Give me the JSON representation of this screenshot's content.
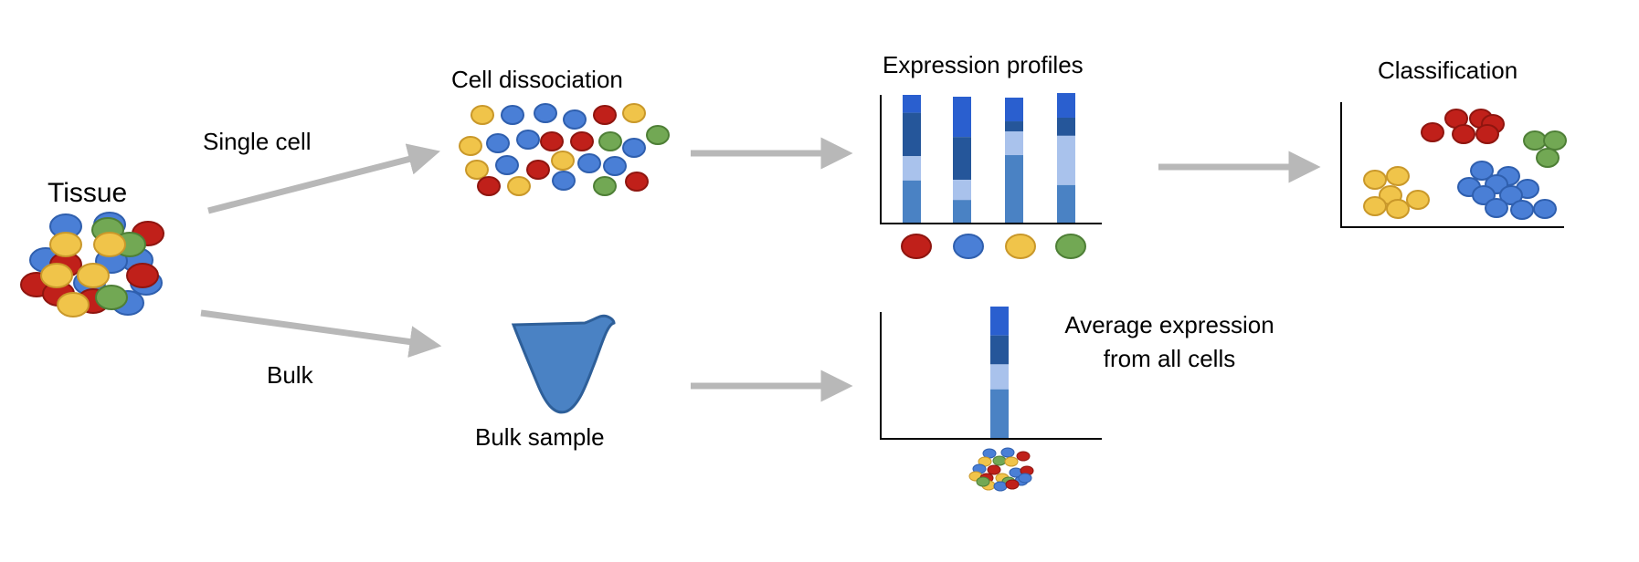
{
  "labels": {
    "tissue": "Tissue",
    "single_cell": "Single cell",
    "bulk": "Bulk",
    "cell_dissociation": "Cell dissociation",
    "bulk_sample": "Bulk sample",
    "expression_profiles": "Expression profiles",
    "classification": "Classification",
    "average_expression_line1": "Average expression",
    "average_expression_line2": "from all cells"
  },
  "colors": {
    "red": "#c0201a",
    "blue": "#4a7fd6",
    "yellow": "#f0c44a",
    "green": "#72a854",
    "arrow": "#b8b8b8",
    "bar_darkest": "#2a5fcf",
    "bar_dark": "#25569a",
    "bar_light": "#a9c2ec",
    "bar_mid": "#4a82c4",
    "funnel": "#4a82c4"
  },
  "expression_profiles": [
    {
      "cell_type": "red",
      "segments": [
        [
          "bar_darkest",
          0.14
        ],
        [
          "bar_dark",
          0.34
        ],
        [
          "bar_light",
          0.19
        ],
        [
          "bar_mid",
          0.33
        ]
      ]
    },
    {
      "cell_type": "blue",
      "segments": [
        [
          "bar_darkest",
          0.32
        ],
        [
          "bar_dark",
          0.34
        ],
        [
          "bar_light",
          0.16
        ],
        [
          "bar_mid",
          0.18
        ]
      ]
    },
    {
      "cell_type": "yellow",
      "segments": [
        [
          "bar_darkest",
          0.19
        ],
        [
          "bar_dark",
          0.08
        ],
        [
          "bar_light",
          0.19
        ],
        [
          "bar_mid",
          0.54
        ]
      ]
    },
    {
      "cell_type": "green",
      "segments": [
        [
          "bar_darkest",
          0.19
        ],
        [
          "bar_dark",
          0.14
        ],
        [
          "bar_light",
          0.38
        ],
        [
          "bar_mid",
          0.29
        ]
      ]
    }
  ],
  "average_profile": {
    "segments": [
      [
        "bar_darkest",
        0.22
      ],
      [
        "bar_dark",
        0.22
      ],
      [
        "bar_light",
        0.19
      ],
      [
        "bar_mid",
        0.37
      ]
    ]
  }
}
